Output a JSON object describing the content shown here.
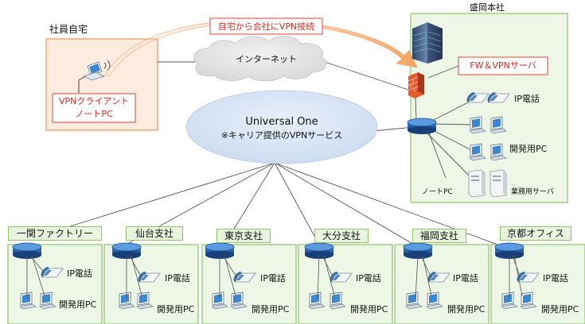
{
  "home": {
    "title": "社員自宅",
    "client_line1": "VPNクライアント",
    "client_line2": "ノートPC"
  },
  "callout_vpn": "自宅から会社にVPN接続",
  "internet": "インターネット",
  "hq": {
    "title": "盛岡本社",
    "fw_label": "FW＆VPNサーバ",
    "ip_phone": "IP電話",
    "dev_pc": "開発用PC",
    "notebook": "ノートPC",
    "server": "業務用サーバ"
  },
  "carrier": {
    "line1": "Universal One",
    "line2": "※キャリア提供のVPNサービス"
  },
  "branches": [
    {
      "name": "一関ファクトリー",
      "ip_phone": "IP電話",
      "dev_pc": "開発用PC"
    },
    {
      "name": "仙台支社",
      "ip_phone": "IP電話",
      "dev_pc": "開発用PC"
    },
    {
      "name": "東京支社",
      "ip_phone": "IP電話",
      "dev_pc": "開発用PC"
    },
    {
      "name": "大分支社",
      "ip_phone": "IP電話",
      "dev_pc": "開発用PC"
    },
    {
      "name": "福岡支社",
      "ip_phone": "IP電話",
      "dev_pc": "開発用PC"
    },
    {
      "name": "京都オフィス",
      "ip_phone": "IP電話",
      "dev_pc": "開発用PC"
    }
  ],
  "colors": {
    "home_border": "#f0925a",
    "home_fill": "#fdecdf",
    "branch_border": "#8cc36b",
    "branch_fill": "#eef7e6",
    "router": "#1f5fa6",
    "callout": "#e8423a",
    "cloud_fill": "#e4e4e4",
    "carrier_fill": "#d9e6f6"
  }
}
